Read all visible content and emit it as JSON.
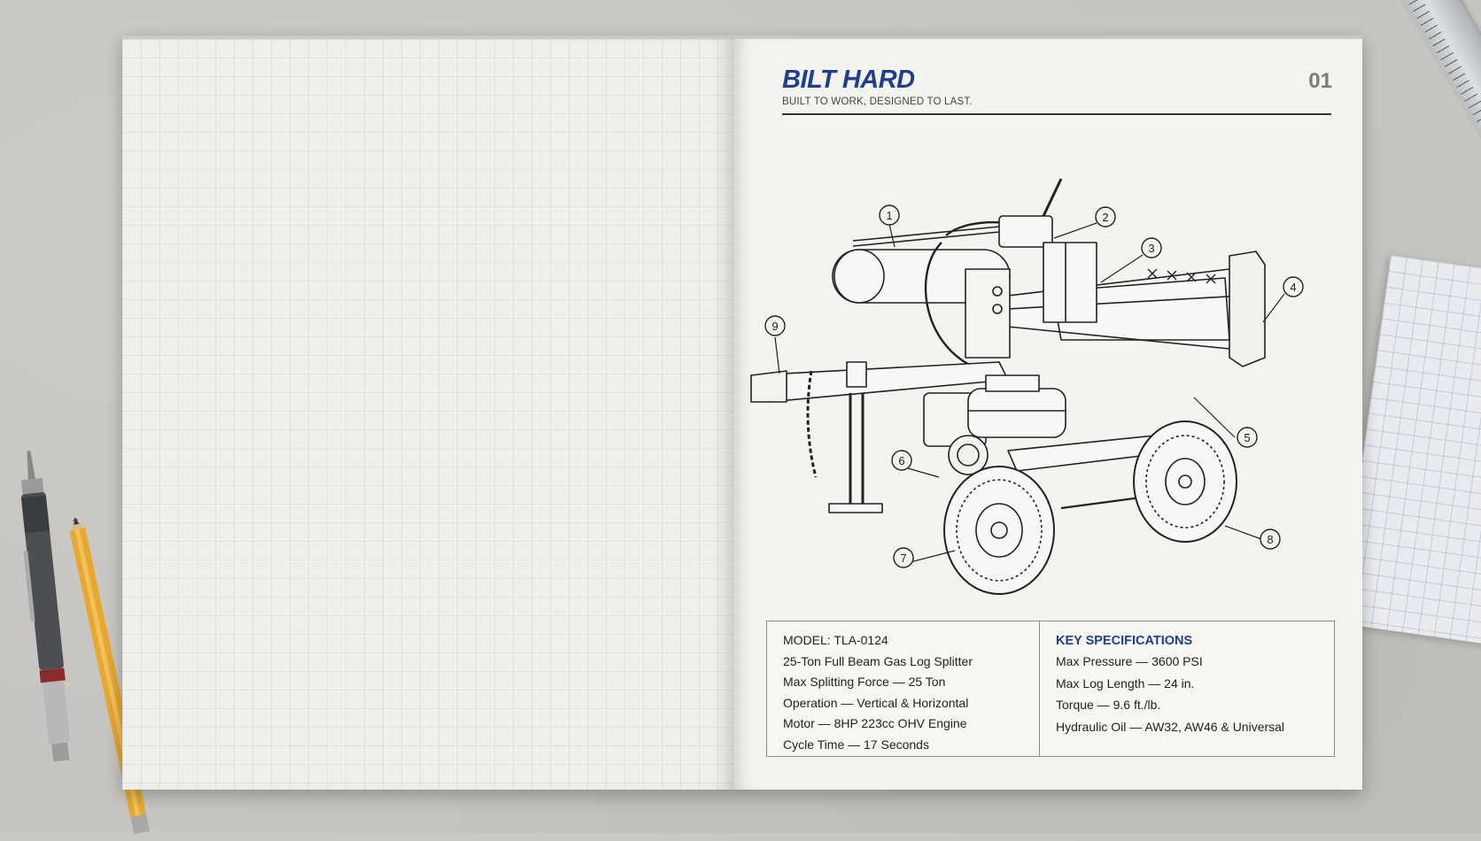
{
  "brand": {
    "name": "BILT HARD",
    "tagline": "BUILT TO WORK, DESIGNED TO LAST."
  },
  "page_number": "01",
  "callouts": [
    "1",
    "2",
    "3",
    "4",
    "5",
    "6",
    "7",
    "8",
    "9"
  ],
  "specs": {
    "model": "MODEL: TLA-0124",
    "lines": [
      "25-Ton Full Beam Gas Log Splitter",
      "Max Splitting Force — 25 Ton",
      "Operation — Vertical & Horizontal",
      "Motor — 8HP 223cc OHV Engine",
      "Cycle Time — 17 Seconds"
    ],
    "key_title": "KEY SPECIFICATIONS",
    "key_lines": [
      "Max Pressure — 3600 PSI",
      "Max Log Length — 24 in.",
      "Torque — 9.6 ft./lb.",
      "Hydraulic Oil — AW32, AW46 & Universal"
    ]
  },
  "colors": {
    "brand_blue": "#1f3f8a",
    "paper": "#f4f3ef",
    "desk": "#c7c5c1"
  },
  "icons": [
    "mechanical-pencil-icon",
    "wooden-pencil-icon",
    "ruler-icon"
  ]
}
